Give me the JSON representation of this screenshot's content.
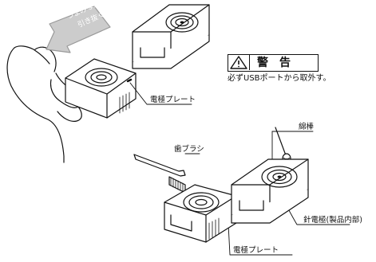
{
  "arrow_text": {
    "line1": "つまみながら",
    "line2": "引き抜く"
  },
  "warning": {
    "title": "警告",
    "message": "必ずUSBポートから取外す。"
  },
  "labels": {
    "electrode_plate_top": "電極プレート",
    "cotton_swab": "綿棒",
    "toothbrush": "歯ブラシ",
    "needle_electrode": "針電極(製品内部)",
    "electrode_plate_bottom": "電極プレート"
  },
  "icons": [
    "warning-triangle-icon"
  ]
}
